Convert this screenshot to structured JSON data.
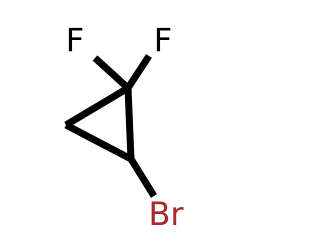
{
  "molecule": {
    "atoms": {
      "fluorine_1": {
        "symbol": "F",
        "color": "#000000"
      },
      "fluorine_2": {
        "symbol": "F",
        "color": "#000000"
      },
      "bromine": {
        "symbol": "Br",
        "color": "#a52a2a"
      }
    }
  }
}
